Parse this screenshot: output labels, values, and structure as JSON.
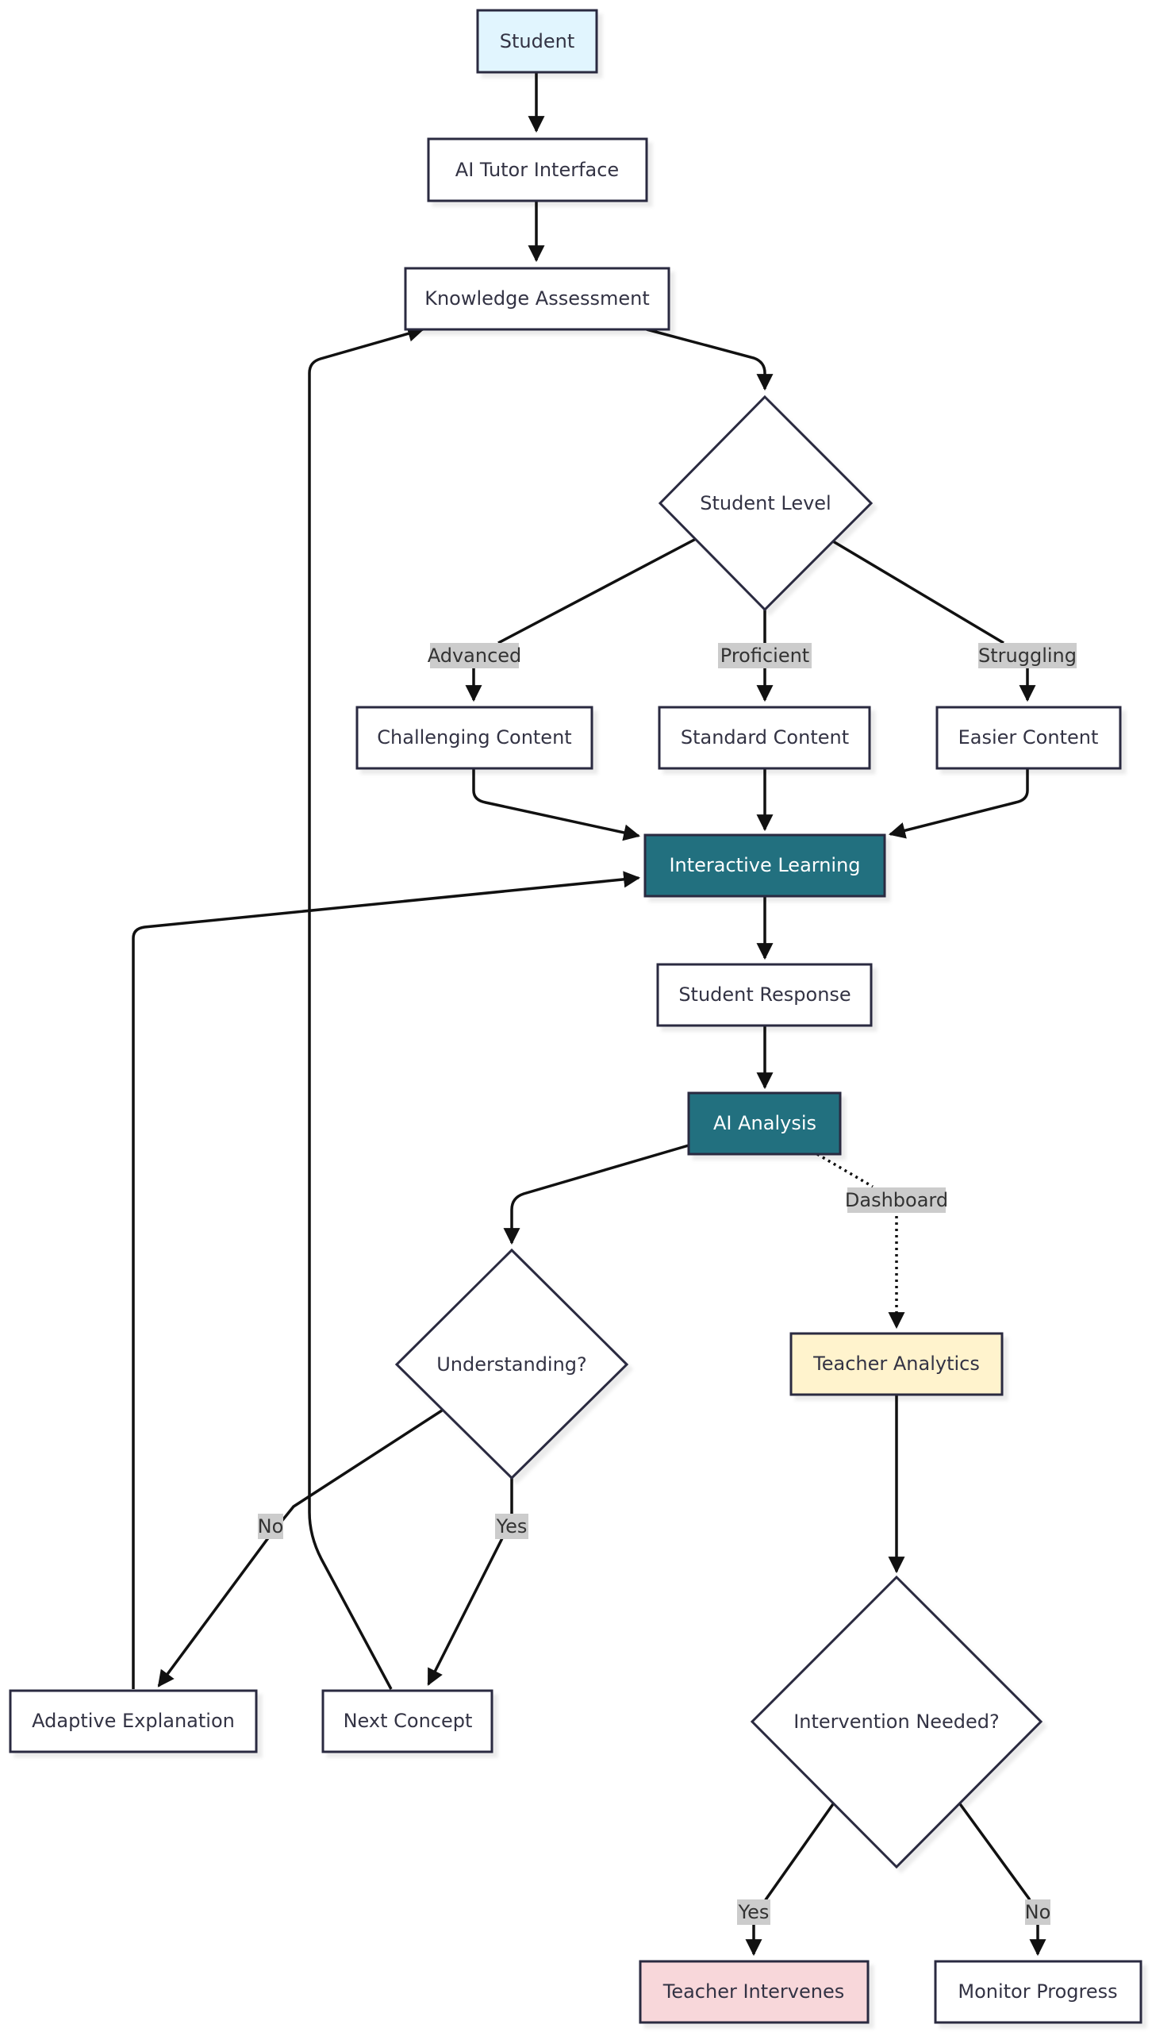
{
  "diagram": {
    "colors": {
      "default_fill": "#ffffff",
      "student_fill": "#e1f5fe",
      "primary_fill": "#23707f",
      "teacher_fill": "#fff3cd",
      "intervene_fill": "#f8d7da",
      "stroke": "#2a2a40",
      "edge": "#111111",
      "label_bg": "#cccccc"
    },
    "nodes": {
      "student": "Student",
      "ai_tutor": "AI Tutor Interface",
      "knowledge": "Knowledge Assessment",
      "level": "Student Level",
      "challenging": "Challenging Content",
      "standard": "Standard Content",
      "easier": "Easier Content",
      "interactive": "Interactive Learning",
      "response": "Student Response",
      "analysis": "AI Analysis",
      "understanding": "Understanding?",
      "teacher_analytics": "Teacher Analytics",
      "adaptive": "Adaptive Explanation",
      "next_concept": "Next Concept",
      "intervention": "Intervention Needed?",
      "teacher_intervenes": "Teacher Intervenes",
      "monitor": "Monitor Progress"
    },
    "edge_labels": {
      "advanced": "Advanced",
      "proficient": "Proficient",
      "struggling": "Struggling",
      "dashboard": "Dashboard",
      "no_understanding": "No",
      "yes_understanding": "Yes",
      "yes_intervention": "Yes",
      "no_intervention": "No"
    }
  }
}
